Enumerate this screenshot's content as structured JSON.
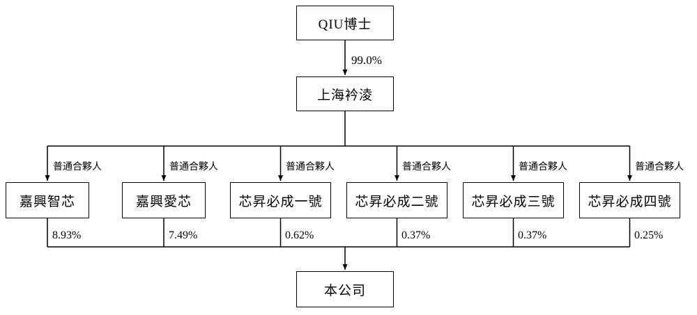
{
  "diagram": {
    "title": "ownership structure chart",
    "root": {
      "label": "QIU博士"
    },
    "root_edge": {
      "ownership": "99.0%"
    },
    "holding": {
      "label": "上海衿淩"
    },
    "entities": [
      {
        "label": "嘉興智芯",
        "relation": "普通合夥人",
        "ownership": "8.93%"
      },
      {
        "label": "嘉興愛芯",
        "relation": "普通合夥人",
        "ownership": "7.49%"
      },
      {
        "label": "芯昇必成一號",
        "relation": "普通合夥人",
        "ownership": "0.62%"
      },
      {
        "label": "芯昇必成二號",
        "relation": "普通合夥人",
        "ownership": "0.37%"
      },
      {
        "label": "芯昇必成三號",
        "relation": "普通合夥人",
        "ownership": "0.37%"
      },
      {
        "label": "芯昇必成四號",
        "relation": "普通合夥人",
        "ownership": "0.25%"
      }
    ],
    "company": {
      "label": "本公司"
    },
    "line_color": "#000000"
  }
}
